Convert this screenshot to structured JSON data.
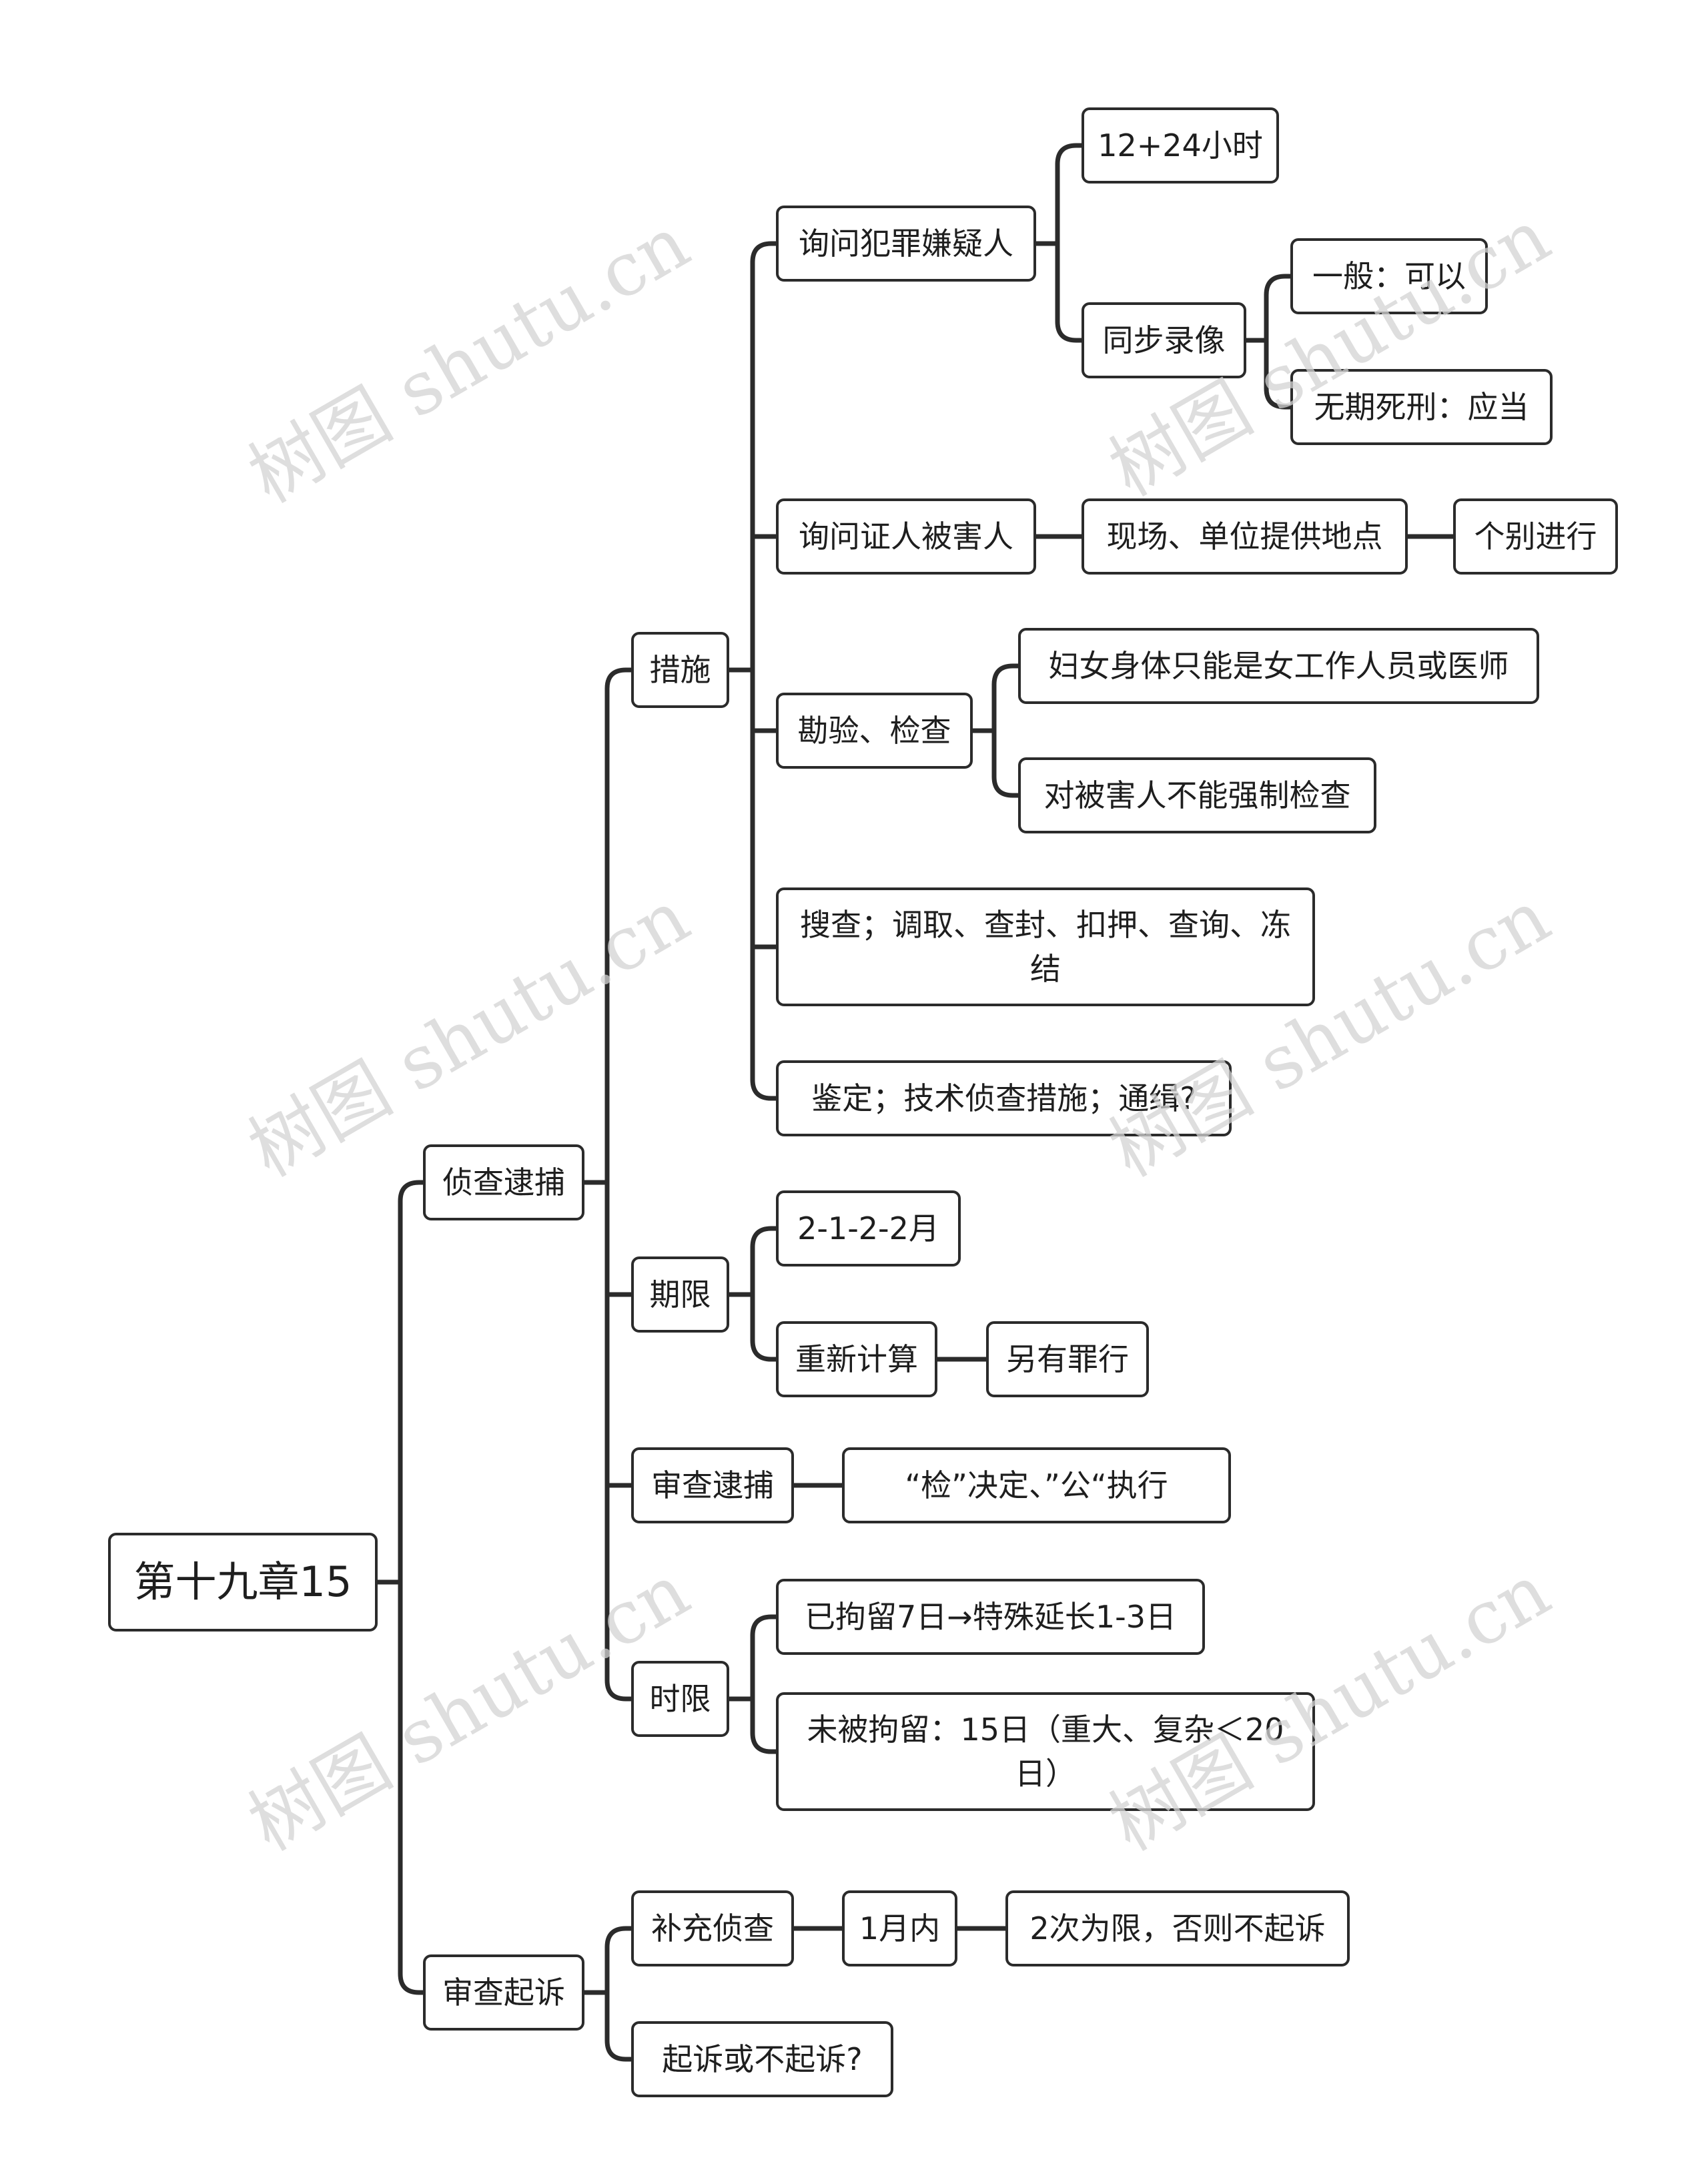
{
  "watermark": "树图 shutu.cn",
  "colors": {
    "line": "#2b2b2b",
    "node_border": "#2b2b2b",
    "text": "#1e1e1e"
  },
  "mindmap": {
    "root": "第十九章15",
    "branch1": {
      "label": "侦查逮捕",
      "measures": {
        "label": "措施",
        "suspect": {
          "label": "询问犯罪嫌疑人",
          "hours": "12+24小时",
          "recording": {
            "label": "同步录像",
            "general": "一般：可以",
            "life": "无期死刑：应当"
          }
        },
        "witness": {
          "label": "询问证人被害人",
          "place": "现场、单位提供地点",
          "separate": "个别进行"
        },
        "inspection": {
          "label": "勘验、检查",
          "women": "妇女身体只能是女工作人员或医师",
          "victim": "对被害人不能强制检查"
        },
        "search": "搜查；调取、查封、扣押、查询、冻结",
        "appraisal": "鉴定；技术侦查措施；通缉?"
      },
      "period": {
        "label": "期限",
        "months": "2-1-2-2月",
        "recalc": {
          "label": "重新计算",
          "other": "另有罪行"
        }
      },
      "review_arrest": {
        "label": "审查逮捕",
        "decision": "“检”决定、”公“执行"
      },
      "time_limit": {
        "label": "时限",
        "detained": "已拘留7日→特殊延长1-3日",
        "not_detained": "未被拘留：15日（重大、复杂＜20日）"
      }
    },
    "branch2": {
      "label": "审查起诉",
      "supplement": {
        "label": "补充侦查",
        "month": "1月内",
        "limit": "2次为限，否则不起诉"
      },
      "prosecute": "起诉或不起诉?"
    }
  }
}
